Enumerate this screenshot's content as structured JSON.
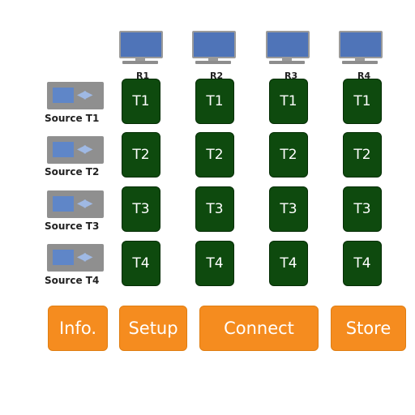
{
  "receivers": [
    {
      "label": "R1",
      "icon": "monitor-icon"
    },
    {
      "label": "R2",
      "icon": "monitor-icon"
    },
    {
      "label": "R3",
      "icon": "monitor-icon"
    },
    {
      "label": "R4",
      "icon": "monitor-icon"
    }
  ],
  "sources": [
    {
      "label": "Source T1",
      "icon": "source-device-icon"
    },
    {
      "label": "Source T2",
      "icon": "source-device-icon"
    },
    {
      "label": "Source T3",
      "icon": "source-device-icon"
    },
    {
      "label": "Source T4",
      "icon": "source-device-icon"
    }
  ],
  "matrix": [
    [
      "T1",
      "T1",
      "T1",
      "T1"
    ],
    [
      "T2",
      "T2",
      "T2",
      "T2"
    ],
    [
      "T3",
      "T3",
      "T3",
      "T3"
    ],
    [
      "T4",
      "T4",
      "T4",
      "T4"
    ]
  ],
  "buttons": {
    "info": "Info.",
    "setup": "Setup",
    "connect": "Connect",
    "store": "Store"
  },
  "colors": {
    "tile": "#0e4a0e",
    "button": "#f58c1f",
    "monitor_screen": "#4f74b8"
  }
}
